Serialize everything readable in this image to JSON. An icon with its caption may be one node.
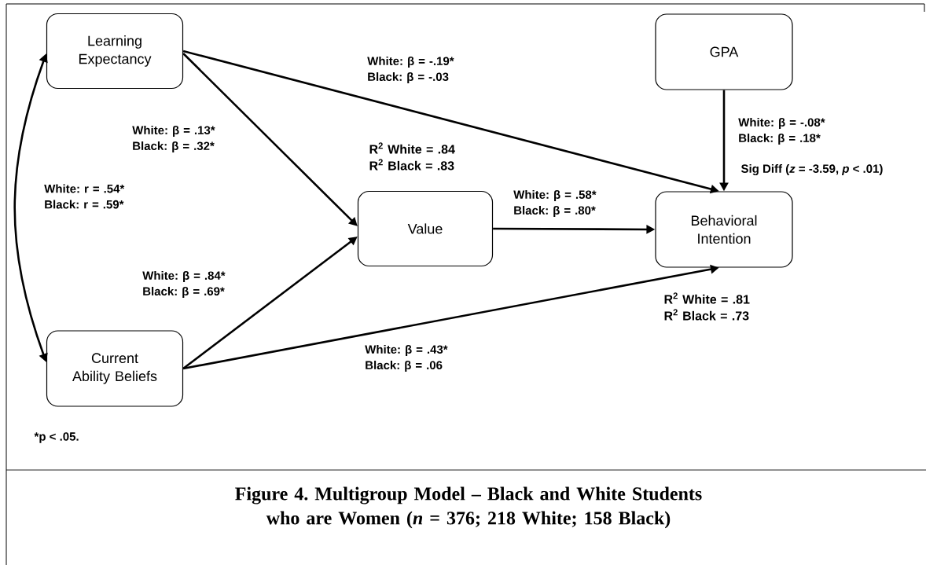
{
  "diagram": {
    "caption": "Figure 4. Multigroup Model – Black and White Students who are Women (*n* = 376; 218 White; 158 Black)",
    "nodes": [
      {
        "text": [
          "Learning Expectancy"
        ]
      },
      {
        "text": [
          "GPA"
        ]
      },
      {
        "text": [
          "Value"
        ],
        "beside": [
          "R$^{2}$ White = .84 R$^{2}$ Black = .83"
        ]
      },
      {
        "text": [
          "Behavioral Intention"
        ],
        "beside": [
          "R$^{2}$ White = .81 R$^{2}$ Black = .73"
        ]
      },
      {
        "text": [
          "Current Ability Beliefs"
        ]
      }
    ],
    "edges": [
      {
        "from": 0,
        "to": 3,
        "arrow": "to",
        "label": "White: β = -.19* Black: β = -.03"
      },
      {
        "from": 0,
        "to": 2,
        "arrow": "to",
        "label": "White: β = .13* Black: β = .32*"
      },
      {
        "from": 0,
        "to": 4,
        "arrow": "both",
        "label": "White: r = .54* Black: r = .59*"
      },
      {
        "from": 4,
        "to": 2,
        "arrow": "to",
        "label": "White: β = .84* Black: β = .69*"
      },
      {
        "from": 2,
        "to": 3,
        "arrow": "to",
        "label": "White: β = .58* Black: β = .80*"
      },
      {
        "from": 1,
        "to": 3,
        "arrow": "to",
        "label": "White: β = -.08* Black: β = .18*"
      },
      {
        "from": 4,
        "to": 3,
        "arrow": "to",
        "label": "White: β = .43* Black: β = .06"
      }
    ],
    "labels": [
      "Sig Diff (*z* = -3.59, *p* < .01)",
      "*p < .05."
    ]
  }
}
